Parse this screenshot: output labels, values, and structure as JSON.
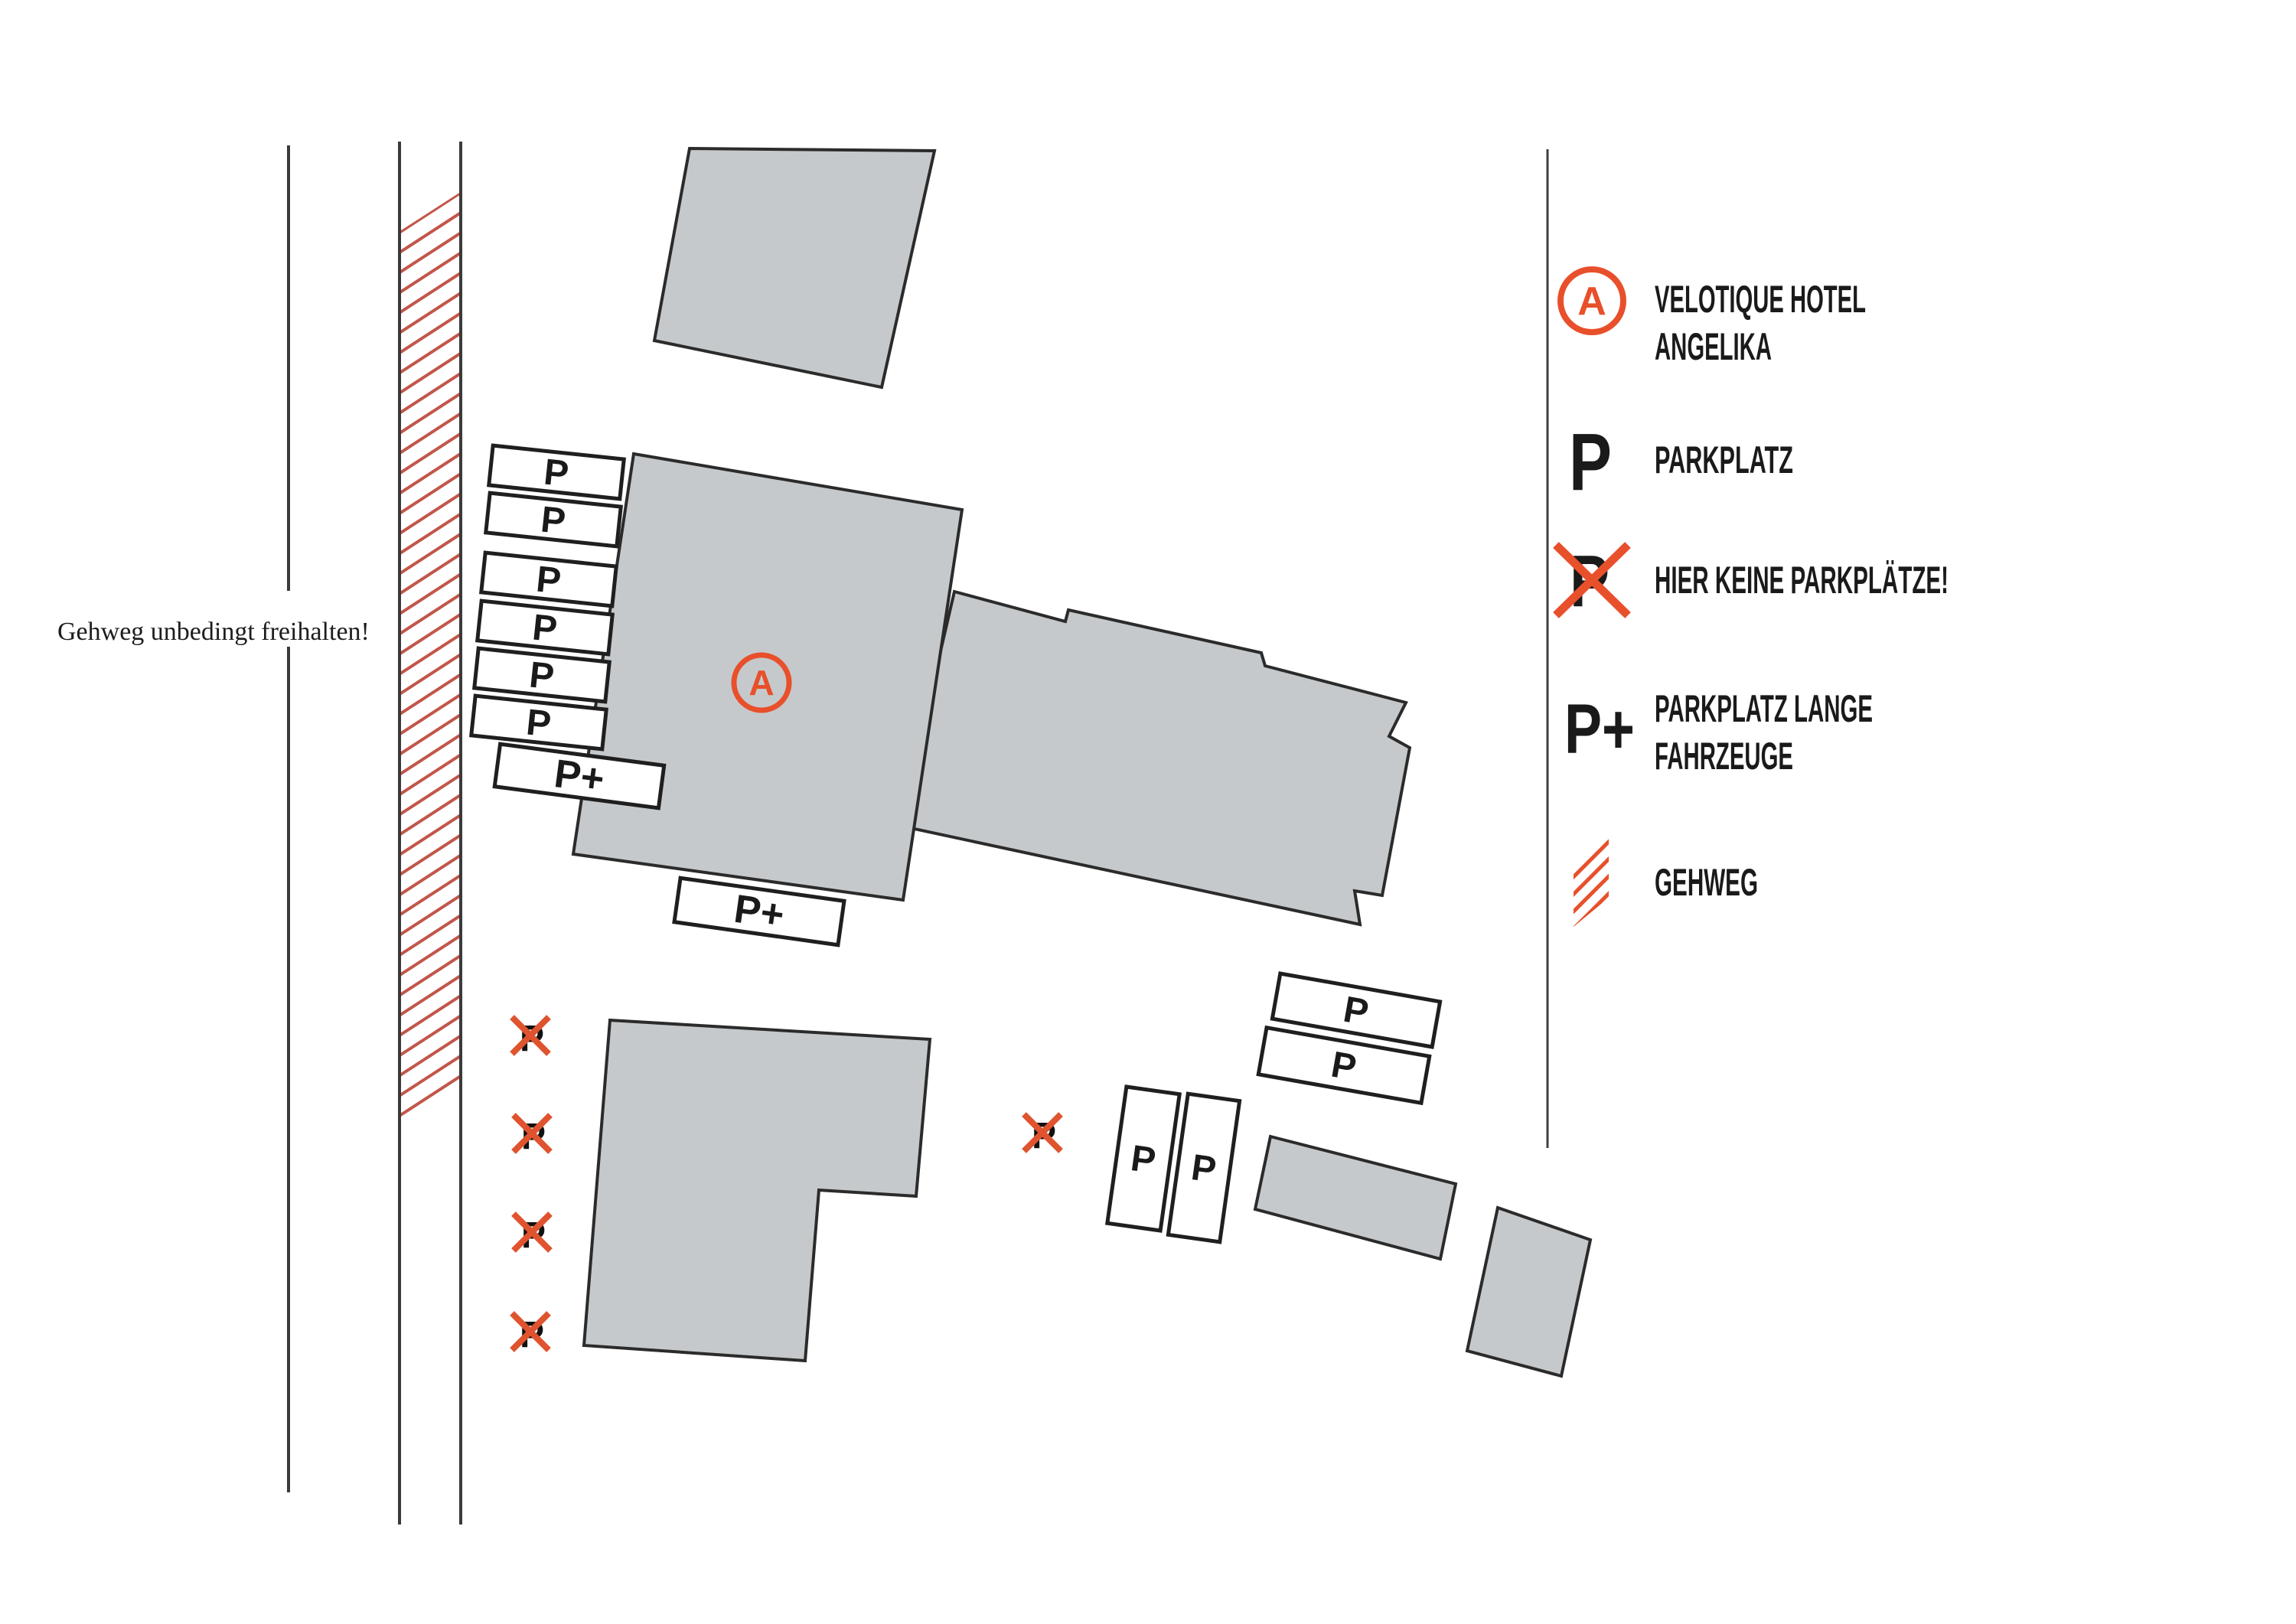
{
  "street_note": "Gehweg unbedingt freihalten!",
  "labels": {
    "p": "P",
    "p_plus": "P+",
    "a": "A"
  },
  "legend": {
    "items": [
      {
        "id": "hotel",
        "icon": "A",
        "lines": [
          "VELOTIQUE HOTEL",
          "ANGELIKA"
        ]
      },
      {
        "id": "parkplatz",
        "icon": "P",
        "lines": [
          "PARKPLATZ"
        ]
      },
      {
        "id": "keine-parkplaetze",
        "icon": "P",
        "lines": [
          "HIER KEINE PARKPLÄTZE!"
        ]
      },
      {
        "id": "parkplatz-lang",
        "icon": "P+",
        "lines": [
          "PARKPLATZ LANGE",
          "FAHRZEUGE"
        ]
      },
      {
        "id": "gehweg",
        "icon": "",
        "lines": [
          "GEHWEG"
        ]
      }
    ]
  },
  "colors": {
    "accent": "#e8502b",
    "road_hatch": "#c2564a",
    "building_fill": "#c6c9cb",
    "building_stroke": "#2b2b2b",
    "box_stroke": "#1f1f1f",
    "line": "#3a3a3a",
    "text": "#1a1a1a"
  }
}
